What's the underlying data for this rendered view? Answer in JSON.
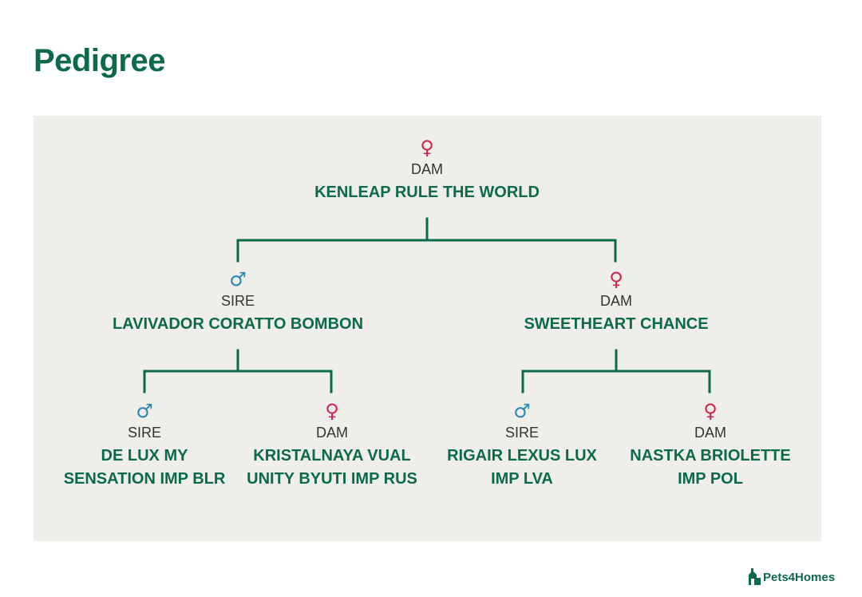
{
  "page": {
    "title": "Pedigree"
  },
  "pedigree": {
    "root": {
      "sex": "female",
      "symbol": "♀",
      "role": "DAM",
      "name": "KENLEAP RULE THE WORLD"
    },
    "sire": {
      "sex": "male",
      "symbol": "♂",
      "role": "SIRE",
      "name": "LAVIVADOR CORATTO BOMBON"
    },
    "dam": {
      "sex": "female",
      "symbol": "♀",
      "role": "DAM",
      "name": "SWEETHEART CHANCE"
    },
    "sire_sire": {
      "sex": "male",
      "symbol": "♂",
      "role": "SIRE",
      "name": "DE LUX MY SENSATION IMP BLR"
    },
    "sire_dam": {
      "sex": "female",
      "symbol": "♀",
      "role": "DAM",
      "name": "KRISTALNAYA VUAL UNITY BYUTI IMP RUS"
    },
    "dam_sire": {
      "sex": "male",
      "symbol": "♂",
      "role": "SIRE",
      "name": "RIGAIR LEXUS LUX IMP LVA"
    },
    "dam_dam": {
      "sex": "female",
      "symbol": "♀",
      "role": "DAM",
      "name": "NASTKA BRIOLETTE IMP POL"
    }
  },
  "colors": {
    "brand_green": "#0b6a4c",
    "female": "#d0234f",
    "male": "#2a86b8",
    "panel_bg": "#f0eee8"
  },
  "logo": {
    "text": "Pets4Homes",
    "icon": "pets4homes-house-icon"
  }
}
